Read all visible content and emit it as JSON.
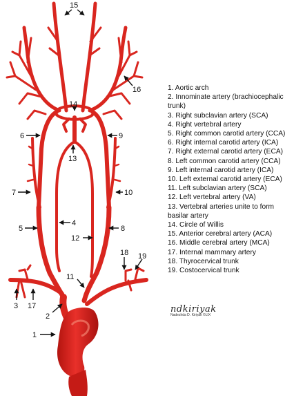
{
  "legend": [
    "1. Aortic arch",
    "2. Innominate artery (brachiocephalic trunk)",
    "3. Right subclavian artery (SCA)",
    "4. Right vertebral artery",
    "5. Right common carotid artery (CCA)",
    "6. Right internal carotid artery (ICA)",
    "7. Right external carotid artery (ECA)",
    "8. Left common carotid artery (CCA)",
    "9. Left internal carotid artery (ICA)",
    "10. Left external carotid artery (ECA)",
    "11. Left subclavian artery (SCA)",
    "12. Left vertebral artery (VA)",
    "13. Vertebral arteries unite to form basilar artery",
    "14. Circle of Willis",
    "15. Anterior cerebral artery (ACA)",
    "16. Middle cerebral artery (MCA)",
    "17. Internal mammary artery",
    "18. Thyrocervical trunk",
    "19. Costocervical trunk"
  ],
  "labels": {
    "n1": "1",
    "n2": "2",
    "n3": "3",
    "n4": "4",
    "n5": "5",
    "n6": "6",
    "n7": "7",
    "n8": "8",
    "n9": "9",
    "n10": "10",
    "n11": "11",
    "n12": "12",
    "n13": "13",
    "n14": "14",
    "n15": "15",
    "n16": "16",
    "n17": "17",
    "n18": "18",
    "n19": "19"
  },
  "signature": {
    "name": "ndkiriyak",
    "author": "Nadezhda D. Kiriyak",
    "mark": "©LIX"
  },
  "colors": {
    "artery": "#d9261f",
    "artery_dark": "#a8120f",
    "artery_light": "#ef5a4c",
    "arrow": "#111111"
  }
}
